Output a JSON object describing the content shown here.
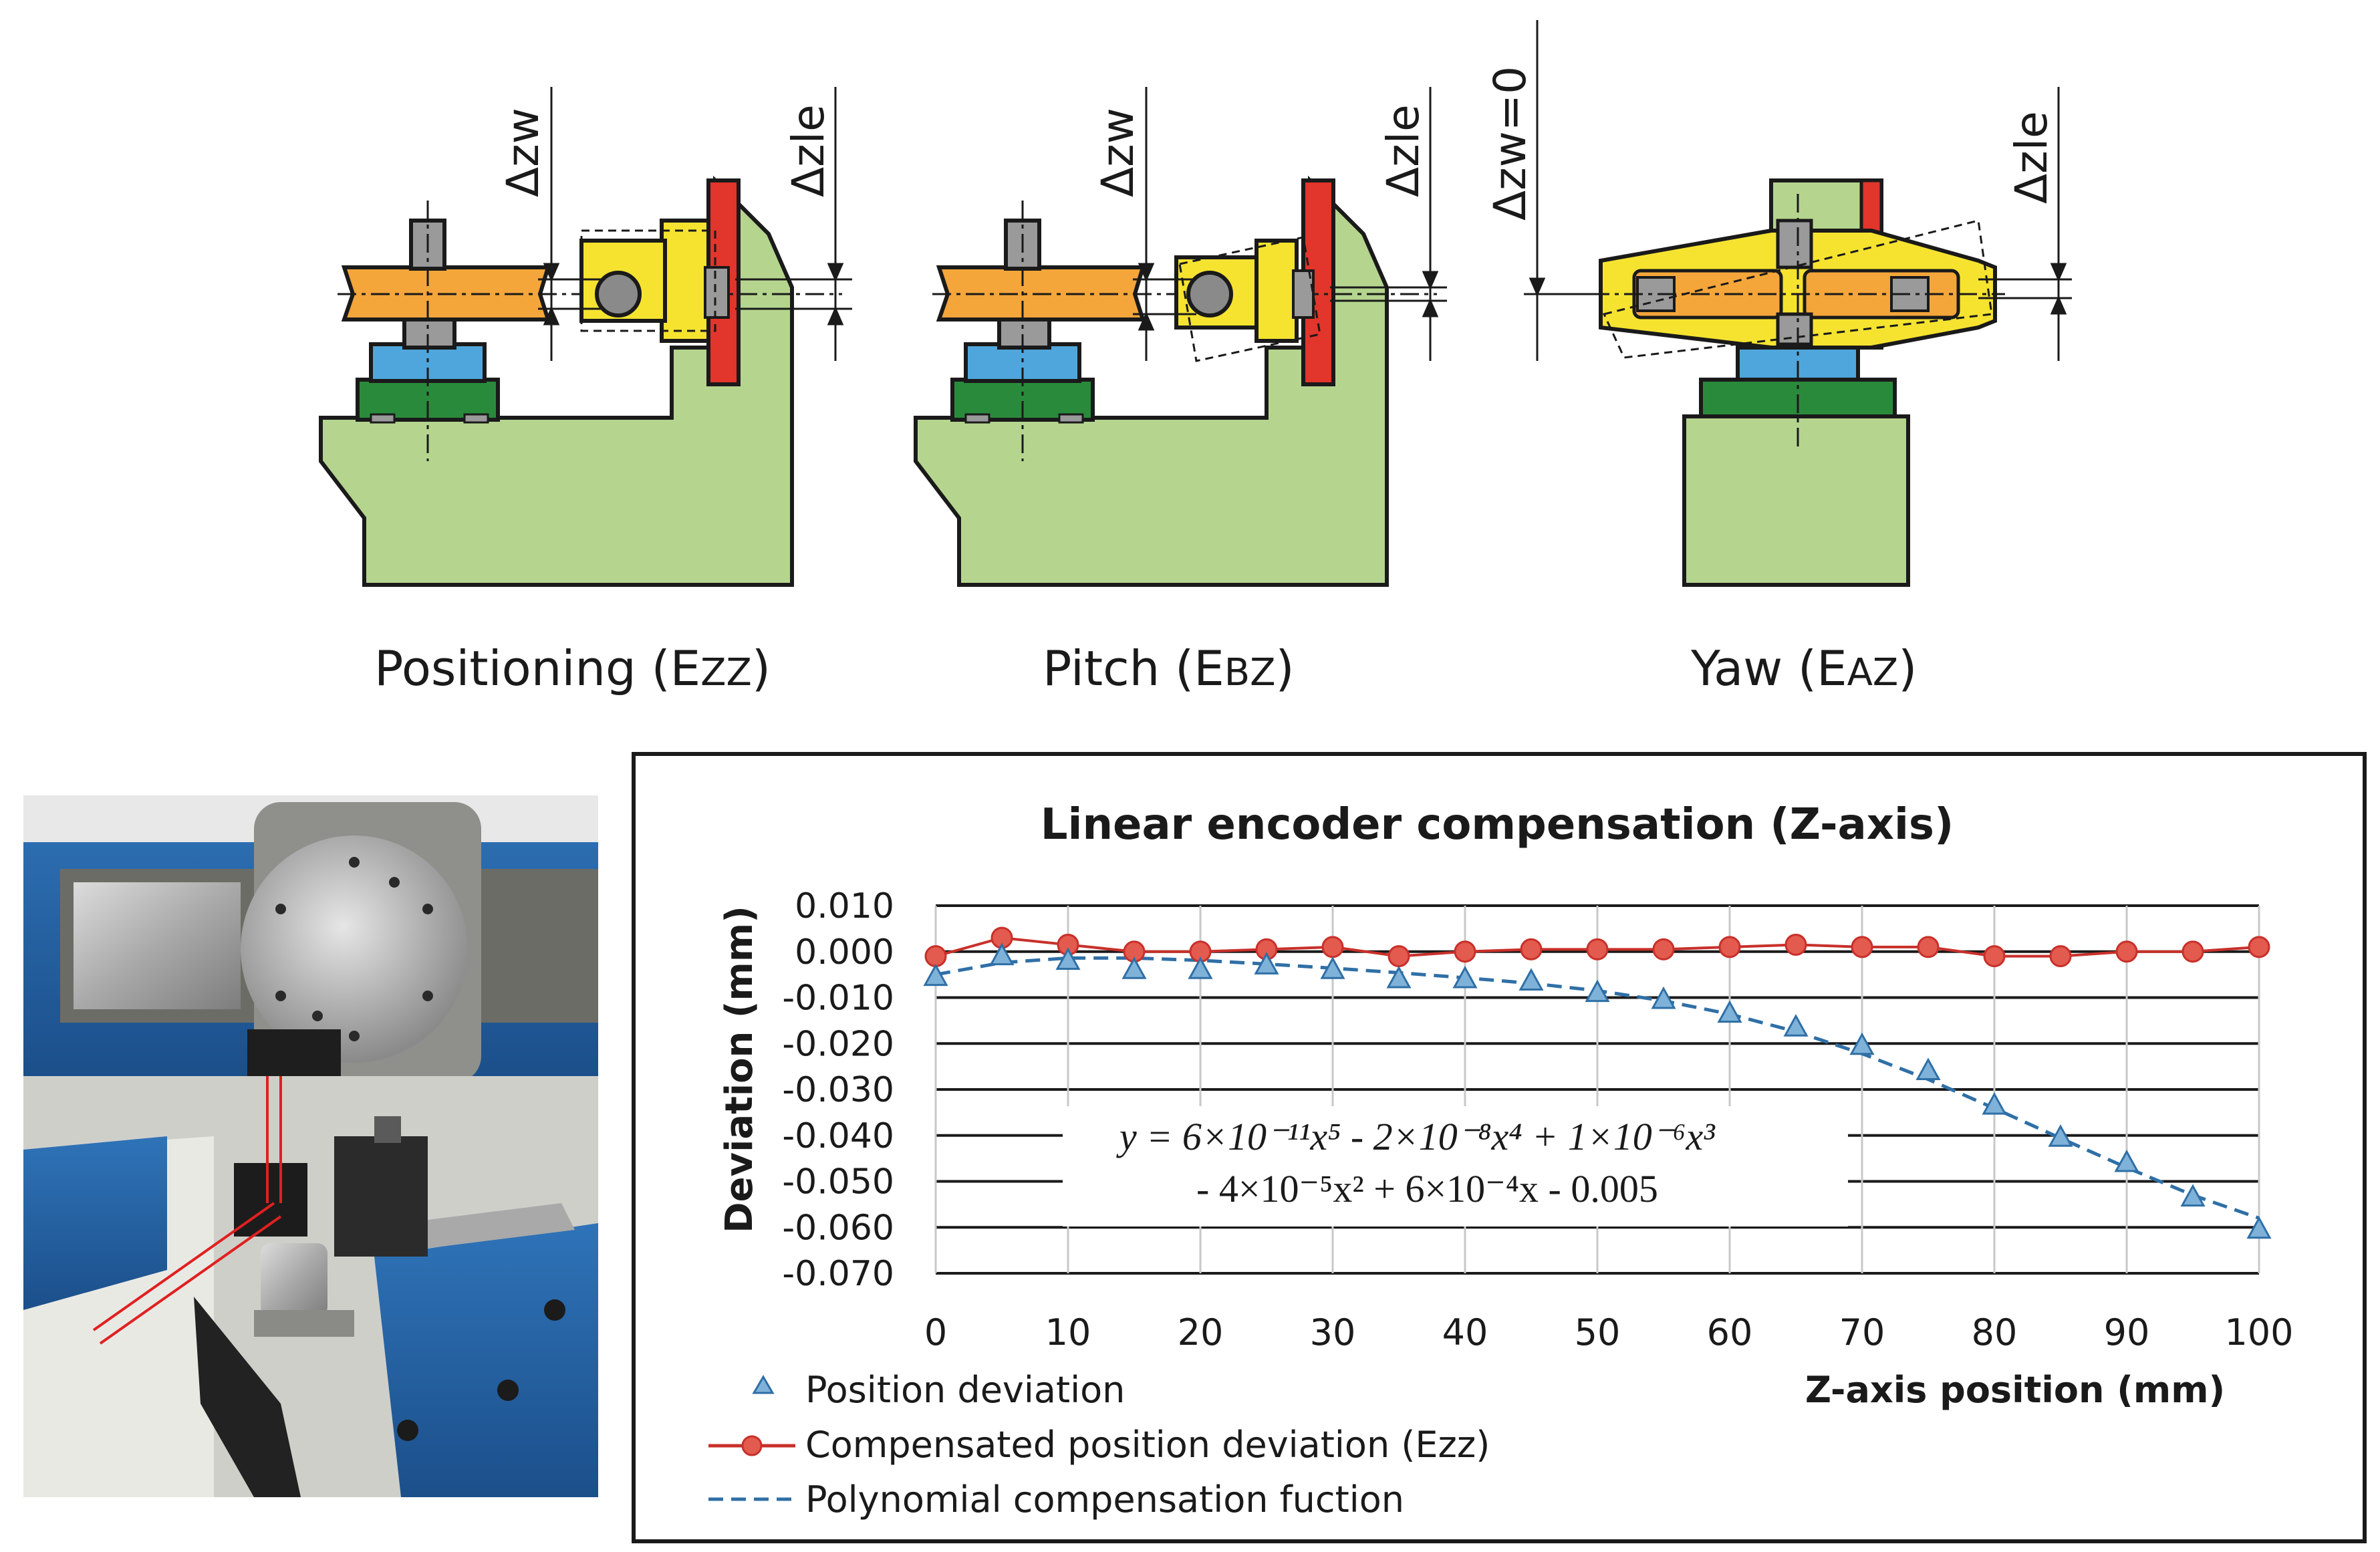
{
  "diagrams": {
    "positioning": {
      "caption_main": "Positioning (",
      "caption_sub": "E",
      "caption_small": "ZZ",
      "caption_end": ")",
      "dim_left": "Δzw",
      "dim_right": "Δzle"
    },
    "pitch": {
      "caption_main": "Pitch (",
      "caption_sub": "E",
      "caption_small": "BZ",
      "caption_end": ")",
      "dim_left": "Δzw",
      "dim_right": "Δzle"
    },
    "yaw": {
      "caption_main": "Yaw (",
      "caption_sub": "E",
      "caption_small": "AZ",
      "caption_end": ")",
      "dim_left": "Δzw=0",
      "dim_right": "Δzle"
    }
  },
  "colors": {
    "base_green": "#b5d58f",
    "dark_green": "#2a8a3c",
    "blue": "#4fa6dc",
    "orange": "#f4a63a",
    "yellow": "#f5e330",
    "red": "#e2352b",
    "gray": "#9a9a9a",
    "series_triangle": "#7fb2d9",
    "series_circle": "#e35a4e",
    "line_red": "#c8302a",
    "dash_blue": "#2f6fa6"
  },
  "chart_data": {
    "type": "line",
    "title": "Linear encoder compensation (Z-axis)",
    "xlabel": "Z-axis position (mm)",
    "ylabel": "Deviation (mm)",
    "xlim": [
      0,
      100
    ],
    "ylim": [
      -0.07,
      0.01
    ],
    "x_ticks": [
      "0",
      "10",
      "20",
      "30",
      "40",
      "50",
      "60",
      "70",
      "80",
      "90",
      "100"
    ],
    "y_ticks": [
      "0.010",
      "0.000",
      "-0.010",
      "-0.020",
      "-0.030",
      "-0.040",
      "-0.050",
      "-0.060",
      "-0.070"
    ],
    "grid": true,
    "x": [
      0,
      5,
      10,
      15,
      20,
      25,
      30,
      35,
      40,
      45,
      50,
      55,
      60,
      65,
      70,
      75,
      80,
      85,
      90,
      95,
      100
    ],
    "series": [
      {
        "name": "Position deviation",
        "values": [
          -0.0055,
          -0.001,
          -0.002,
          -0.004,
          -0.004,
          -0.003,
          -0.004,
          -0.006,
          -0.006,
          -0.0065,
          -0.009,
          -0.0105,
          -0.0135,
          -0.0165,
          -0.0205,
          -0.026,
          -0.0335,
          -0.0405,
          -0.046,
          -0.0535,
          -0.0605
        ]
      },
      {
        "name": "Compensated position deviation (Ezz)",
        "values": [
          -0.001,
          0.003,
          0.0015,
          0.0,
          0.0,
          0.0005,
          0.001,
          -0.001,
          0.0,
          0.0005,
          0.0005,
          0.0005,
          0.001,
          0.0015,
          0.001,
          0.001,
          -0.001,
          -0.001,
          0.0,
          0.0,
          0.001
        ]
      },
      {
        "name": "Polynomial compensation fuction",
        "values": [
          -0.005,
          -0.0024,
          -0.0014,
          -0.0014,
          -0.0019,
          -0.0027,
          -0.0036,
          -0.0046,
          -0.0057,
          -0.0069,
          -0.0085,
          -0.0107,
          -0.0136,
          -0.0174,
          -0.0222,
          -0.0278,
          -0.0341,
          -0.0406,
          -0.047,
          -0.053,
          -0.058
        ]
      }
    ],
    "equation_line1": "y = 6×10⁻¹¹x⁵ - 2×10⁻⁸x⁴ + 1×10⁻⁶x³",
    "equation_line2": "- 4×10⁻⁵x² + 6×10⁻⁴x - 0.005",
    "legend_placement": "bottom-left"
  }
}
